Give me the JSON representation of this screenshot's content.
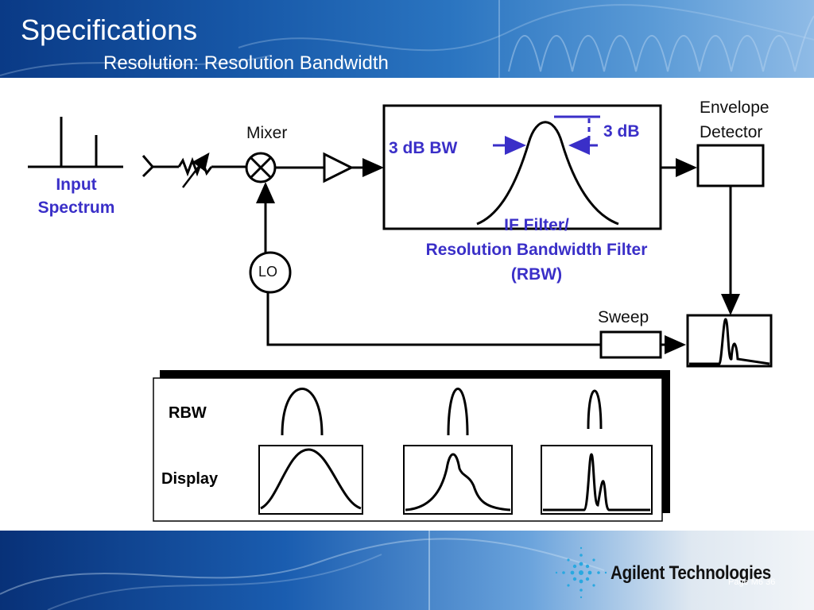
{
  "slide": {
    "title": "Specifications",
    "subtitle": "Resolution: Resolution Bandwidth",
    "page_number": "Page M6 36"
  },
  "diagram": {
    "input_spectrum": "Input\nSpectrum",
    "mixer": "Mixer",
    "lo": "LO",
    "three_db_bw": "3 dB BW",
    "three_db": "3 dB",
    "if_filter": "IF Filter/\nResolution Bandwidth Filter\n(RBW)",
    "envelope_detector": "Envelope\nDetector",
    "sweep": "Sweep"
  },
  "comparison": {
    "rbw_label": "RBW",
    "display_label": "Display"
  },
  "branding": {
    "company": "Agilent Technologies"
  },
  "colors": {
    "accent_text": "#3a2fc8",
    "header_blue": "#1758a8"
  }
}
